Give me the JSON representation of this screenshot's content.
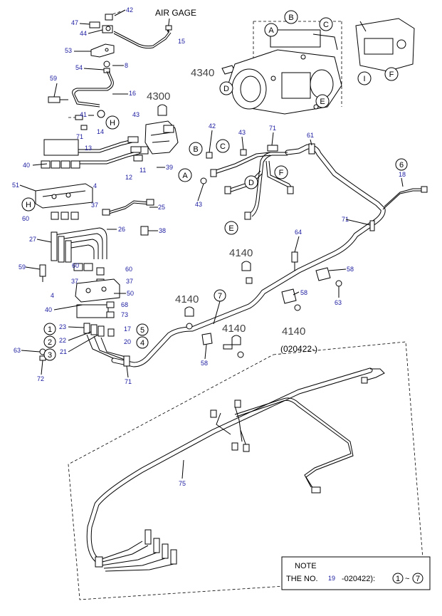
{
  "header": {
    "air_gage_label": "AIR GAGE"
  },
  "group_labels": {
    "g4300": "4300",
    "g4340": "4340",
    "g4140a": "4140",
    "g4140b": "4140",
    "g4140c": "4140",
    "g4140d": "4140"
  },
  "part_numbers": {
    "p42a": "42",
    "p47": "47",
    "p44": "44",
    "p15": "15",
    "p53": "53",
    "p8": "8",
    "p54": "54",
    "p59a": "59",
    "p16": "16",
    "p41": "41",
    "p14": "14",
    "p71a": "71",
    "p43a": "43",
    "p13": "13",
    "p11": "11",
    "p39": "39",
    "p12": "12",
    "p40a": "40",
    "p4a": "4",
    "p51": "51",
    "p37a": "37",
    "p60a": "60",
    "p25": "25",
    "p26": "26",
    "p38": "38",
    "p27": "27",
    "p59b": "59",
    "p60b": "60",
    "p60c": "60",
    "p37b": "37",
    "p37c": "37",
    "p50": "50",
    "p4b": "4",
    "p68": "68",
    "p40b": "40",
    "p73": "73",
    "p23": "23",
    "p17": "17",
    "p22": "22",
    "p20": "20",
    "p21": "21",
    "p63a": "63",
    "p72": "72",
    "p71b": "71",
    "p42b": "42",
    "p43b": "43",
    "p71c": "71",
    "p61": "61",
    "p43c": "43",
    "p18": "18",
    "p71d": "71",
    "p64": "64",
    "p58a": "58",
    "p63b": "63",
    "p58b": "58",
    "p58c": "58",
    "p75": "75",
    "p19": "19"
  },
  "callouts": {
    "A1": "A",
    "B1": "B",
    "C1": "C",
    "D1": "D",
    "E1": "E",
    "F1": "F",
    "I1": "I",
    "H1": "H",
    "H2": "H",
    "B2": "B",
    "C2": "C",
    "A2": "A",
    "D2": "D",
    "F2": "F",
    "E2": "E",
    "n6": "6",
    "n7": "7",
    "n1": "1",
    "n2": "2",
    "n3": "3",
    "n5": "5",
    "n4": "4"
  },
  "revision": {
    "date_code": "(020422-)"
  },
  "note": {
    "title": "NOTE",
    "prefix": "THE NO.",
    "part_ref": "19",
    "suffix": "-020422):",
    "range_from": "1",
    "range_sep": "~",
    "range_to": "7"
  }
}
